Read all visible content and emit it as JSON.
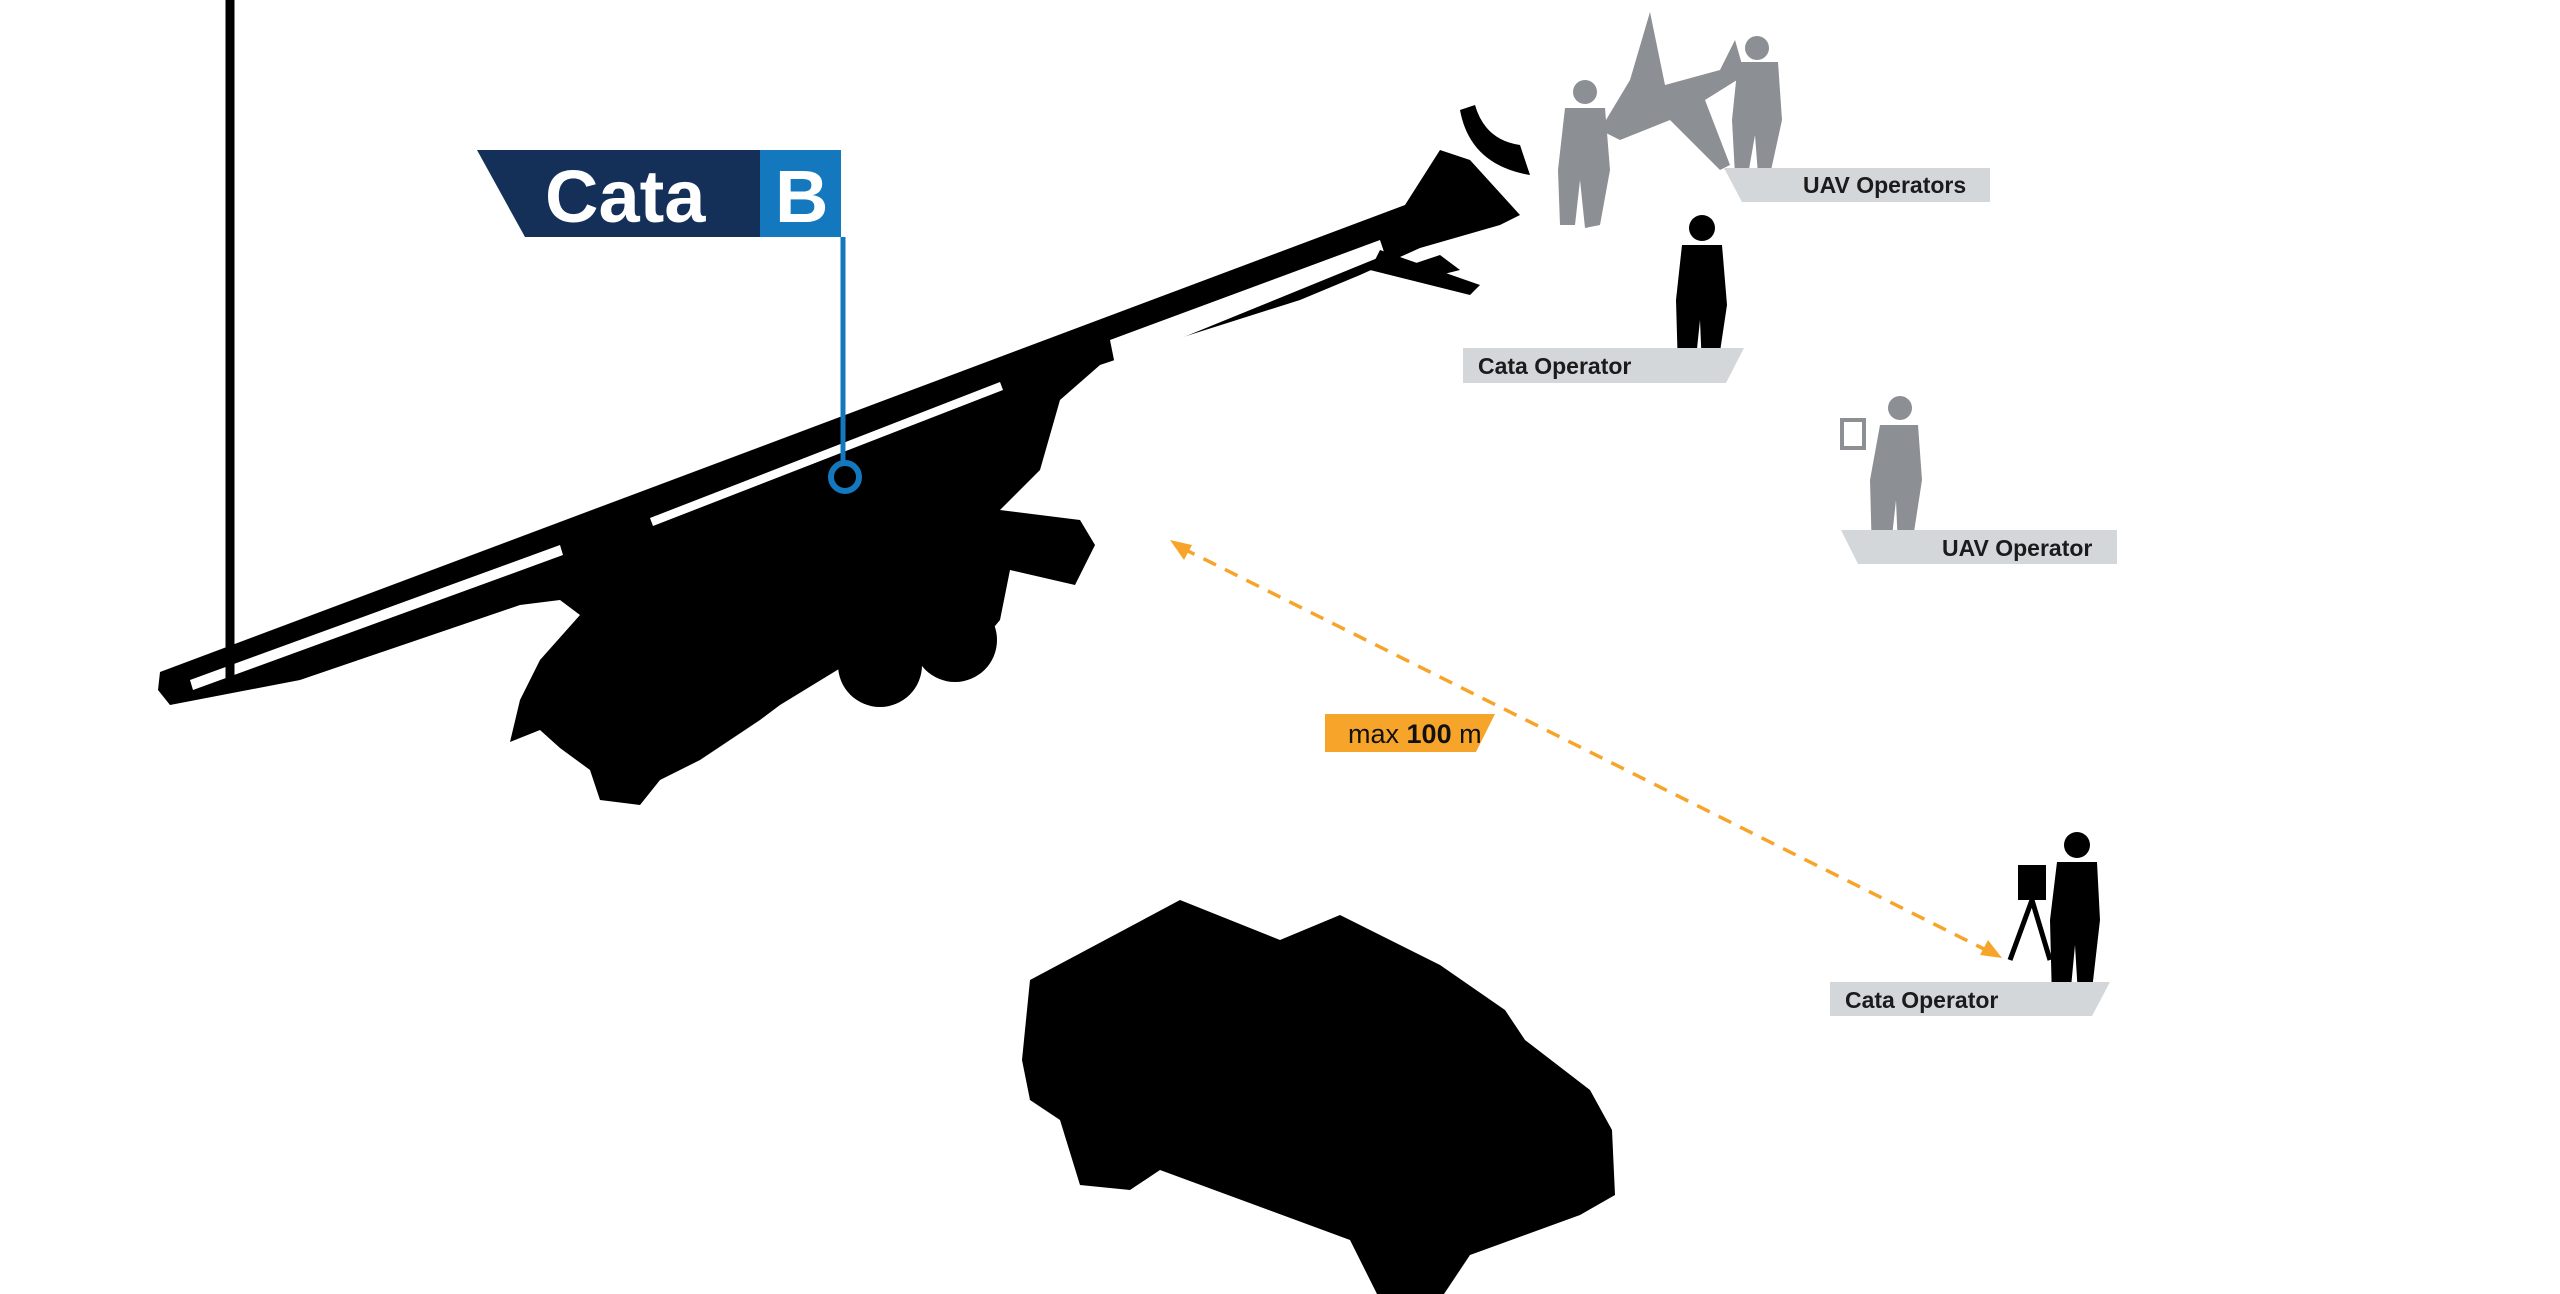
{
  "title": {
    "main": "Cata",
    "suffix": "B"
  },
  "distance": {
    "prefix": "max",
    "value": "100",
    "unit": "m"
  },
  "roles": {
    "uav_operators": "UAV Operators",
    "cata_operator_top": "Cata Operator",
    "uav_operator": "UAV Operator",
    "cata_operator_bottom": "Cata Operator"
  },
  "colors": {
    "title_dark": "#143058",
    "title_accent": "#1478be",
    "distance_accent": "#f7a52a",
    "role_label_bg": "#d3d7da",
    "uav_people": "#8c8f93",
    "silhouette": "#000000"
  }
}
